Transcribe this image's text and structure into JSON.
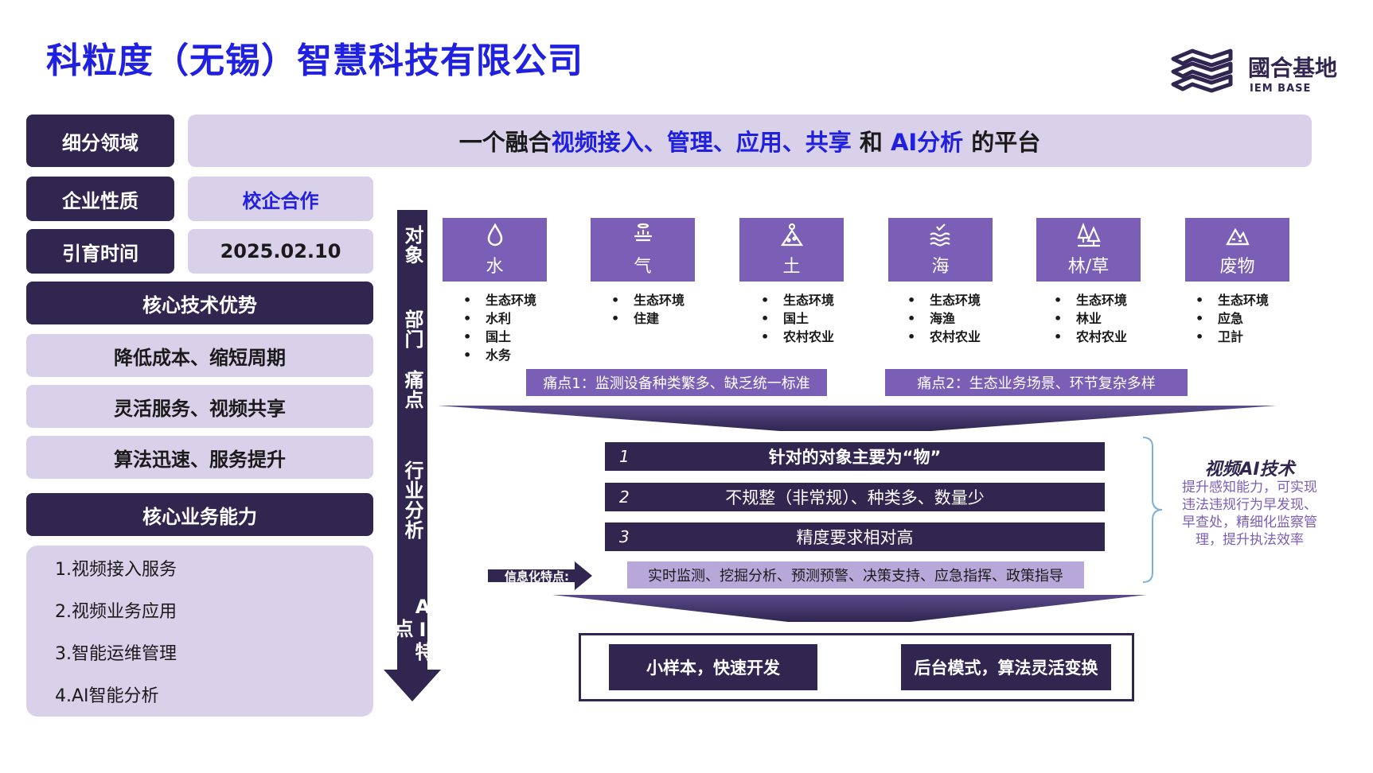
{
  "title": "科粒度（无锡）智慧科技有限公司",
  "logo": {
    "cn": "國合基地",
    "en": "IEM BASE"
  },
  "left": {
    "segment_label": "细分领域",
    "nature_label": "企业性质",
    "nature_value": "校企合作",
    "intro_label": "引育时间",
    "intro_value": "2025.02.10",
    "core_tech_title": "核心技术优势",
    "core_tech": [
      "降低成本、缩短周期",
      "灵活服务、视频共享",
      "算法迅速、服务提升"
    ],
    "core_biz_title": "核心业务能力",
    "core_biz": [
      "1.视频接入服务",
      "2.视频业务应用",
      "3.智能运维管理",
      "4.AI智能分析"
    ]
  },
  "platform": {
    "pre": "一个融合",
    "highlight1": "视频接入、管理、应用、共享",
    "mid": " 和 ",
    "highlight2": "AI分析",
    "post": " 的平台"
  },
  "vertical_labels": [
    "对象",
    "部门",
    "痛点",
    "行业分析",
    "AI特点"
  ],
  "objects": [
    {
      "name": "水",
      "icon": "water-drop-icon",
      "depts": [
        "生态环境",
        "水利",
        "国土",
        "水务"
      ]
    },
    {
      "name": "气",
      "icon": "air-icon",
      "depts": [
        "生态环境",
        "住建"
      ]
    },
    {
      "name": "土",
      "icon": "soil-icon",
      "depts": [
        "生态环境",
        "国土",
        "农村农业"
      ]
    },
    {
      "name": "海",
      "icon": "sea-icon",
      "depts": [
        "生态环境",
        "海渔",
        "农村农业"
      ]
    },
    {
      "name": "林/草",
      "icon": "forest-icon",
      "depts": [
        "生态环境",
        "林业",
        "农村农业"
      ]
    },
    {
      "name": "废物",
      "icon": "waste-icon",
      "depts": [
        "生态环境",
        "应急",
        "卫計"
      ]
    }
  ],
  "pain_points": [
    "痛点1：监测设备种类繁多、缺乏统一标准",
    "痛点2：生态业务场景、环节复杂多样"
  ],
  "analysis": [
    {
      "num": "1",
      "text": "针对的对象主要为“物”"
    },
    {
      "num": "2",
      "text": "不规整（非常规）、种类多、数量少"
    },
    {
      "num": "3",
      "text": "精度要求相对高"
    }
  ],
  "info_label": "信息化特点:",
  "info_text": "实时监测、挖掘分析、预测预警、决策支持、应急指挥、政策指导",
  "features": [
    "小样本，快速开发",
    "后台模式，算法灵活变换"
  ],
  "ai_tech": {
    "title": "视频AI技术",
    "desc": "提升感知能力，可实现违法违规行为早发现、早查处，精细化监察管理，提升执法效率"
  },
  "colors": {
    "dark": "#302650",
    "mid": "#7b5fb6",
    "light": "#d9d0ea",
    "title": "#2020e0"
  }
}
